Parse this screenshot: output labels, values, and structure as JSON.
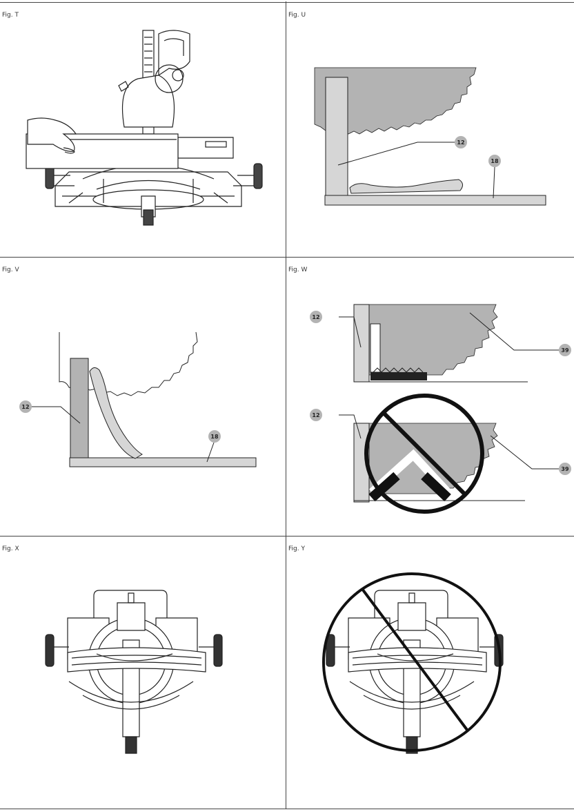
{
  "figures": {
    "t": {
      "label": "Fig. T"
    },
    "u": {
      "label": "Fig. U",
      "callouts": [
        "12",
        "18"
      ]
    },
    "v": {
      "label": "Fig. V",
      "callouts": [
        "12",
        "18"
      ]
    },
    "w": {
      "label": "Fig. W",
      "callouts": [
        "12",
        "39",
        "12",
        "39"
      ]
    },
    "x": {
      "label": "Fig. X"
    },
    "y": {
      "label": "Fig. Y"
    }
  },
  "colors": {
    "line": "#222222",
    "gray": "#b3b3b3",
    "lightgray": "#d6d6d6",
    "frame": "#444444"
  }
}
